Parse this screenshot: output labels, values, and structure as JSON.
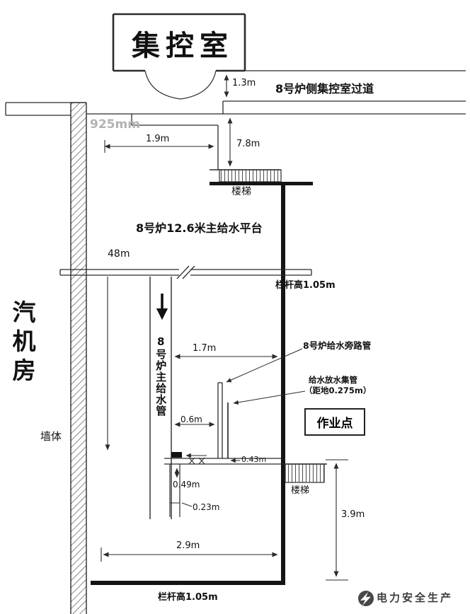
{
  "title": "集控室",
  "region_left": "汽机房",
  "wall_label": "墙体",
  "corridor_label": "8号炉侧集控室过道",
  "platform_label": "8号炉12.6米主给水平台",
  "main_pipe_label": "8号炉主给水管",
  "bypass_pipe_label": "8号炉给水旁路管",
  "drain_header_label_line1": "给水放水集管",
  "drain_header_label_line2": "（距地0.275m）",
  "work_point_label": "作业点",
  "stairs_top_label": "楼梯",
  "stairs_bottom_label": "楼梯",
  "railing_top_label": "栏杆高1.05m",
  "railing_bottom_label": "栏杆高1.05m",
  "dims": {
    "d1_3": "1.3m",
    "d925": "925mm",
    "d1_9": "1.9m",
    "d7_8": "7.8m",
    "d48": "48m",
    "d1_7": "1.7m",
    "d0_6": "0.6m",
    "d0_43": "0.43m",
    "d0_49": "0.49m",
    "d0_23": "0.23m",
    "d3_9": "3.9m",
    "d2_9": "2.9m"
  },
  "watermark": "电力安全生产",
  "colors": {
    "line": "#2b2b2b",
    "thick": "#151515",
    "gray_dim": "#b3b3b3",
    "watermark": "#3d3d3d"
  }
}
